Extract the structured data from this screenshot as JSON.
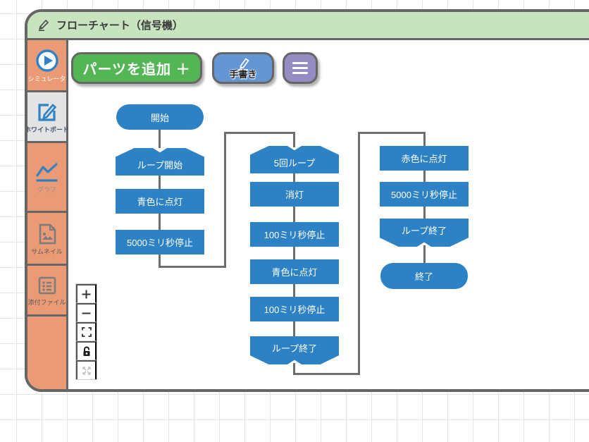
{
  "window": {
    "title": "フローチャート（信号機）"
  },
  "sidebar": {
    "items": [
      {
        "label": "シミュレータ",
        "icon": "play-circle-icon",
        "active": false
      },
      {
        "label": "ホワイトボード",
        "icon": "edit-square-icon",
        "active": true
      },
      {
        "label": "グラフ",
        "icon": "line-chart-icon",
        "active": false
      },
      {
        "label": "サムネイル",
        "icon": "image-file-icon",
        "active": false
      },
      {
        "label": "添付ファイル",
        "icon": "list-box-icon",
        "active": false
      }
    ]
  },
  "toolbar": {
    "add_parts_label": "パーツを追加 ＋",
    "handwriting_label": "手書き",
    "menu_icon": "hamburger-icon"
  },
  "canvas_controls": {
    "icons": [
      "zoom-in",
      "zoom-out",
      "fit-screen",
      "lock",
      "expand-arrows"
    ],
    "zoom_in_label": "＋",
    "zoom_out_label": "−"
  },
  "flowchart": {
    "nodes": [
      {
        "id": 0,
        "label": "開始",
        "shape": "terminal",
        "column": "left"
      },
      {
        "id": 1,
        "label": "ループ開始",
        "shape": "loop-start",
        "column": "left"
      },
      {
        "id": 2,
        "label": "青色に点灯",
        "shape": "process",
        "column": "left"
      },
      {
        "id": 3,
        "label": "5000ミリ秒停止",
        "shape": "process",
        "column": "left"
      },
      {
        "id": 4,
        "label": "5回ループ",
        "shape": "loop-start",
        "column": "middle"
      },
      {
        "id": 5,
        "label": "消灯",
        "shape": "process",
        "column": "middle"
      },
      {
        "id": 6,
        "label": "100ミリ秒停止",
        "shape": "process",
        "column": "middle"
      },
      {
        "id": 7,
        "label": "青色に点灯",
        "shape": "process",
        "column": "middle"
      },
      {
        "id": 8,
        "label": "100ミリ秒停止",
        "shape": "process",
        "column": "middle"
      },
      {
        "id": 9,
        "label": "ループ終了",
        "shape": "loop-end",
        "column": "middle"
      },
      {
        "id": 10,
        "label": "赤色に点灯",
        "shape": "process",
        "column": "right"
      },
      {
        "id": 11,
        "label": "5000ミリ秒停止",
        "shape": "process",
        "column": "right"
      },
      {
        "id": 12,
        "label": "ループ終了",
        "shape": "loop-end",
        "column": "right"
      },
      {
        "id": 13,
        "label": "終了",
        "shape": "terminal",
        "column": "right"
      }
    ],
    "edges": [
      [
        0,
        1
      ],
      [
        1,
        2
      ],
      [
        2,
        3
      ],
      [
        3,
        4
      ],
      [
        4,
        5
      ],
      [
        5,
        6
      ],
      [
        6,
        7
      ],
      [
        7,
        8
      ],
      [
        8,
        9
      ],
      [
        9,
        10
      ],
      [
        10,
        11
      ],
      [
        11,
        12
      ],
      [
        12,
        13
      ]
    ]
  },
  "colors": {
    "node_blue": "#2d82c6",
    "connector_gray": "#6e6e6e",
    "header_green": "#c8e4bf",
    "sidebar_orange": "#ea9b75",
    "add_button_green": "#53b553",
    "handwriting_button_blue": "#6396d2",
    "menu_button_purple": "#968cc4",
    "panel_border": "#666666"
  }
}
